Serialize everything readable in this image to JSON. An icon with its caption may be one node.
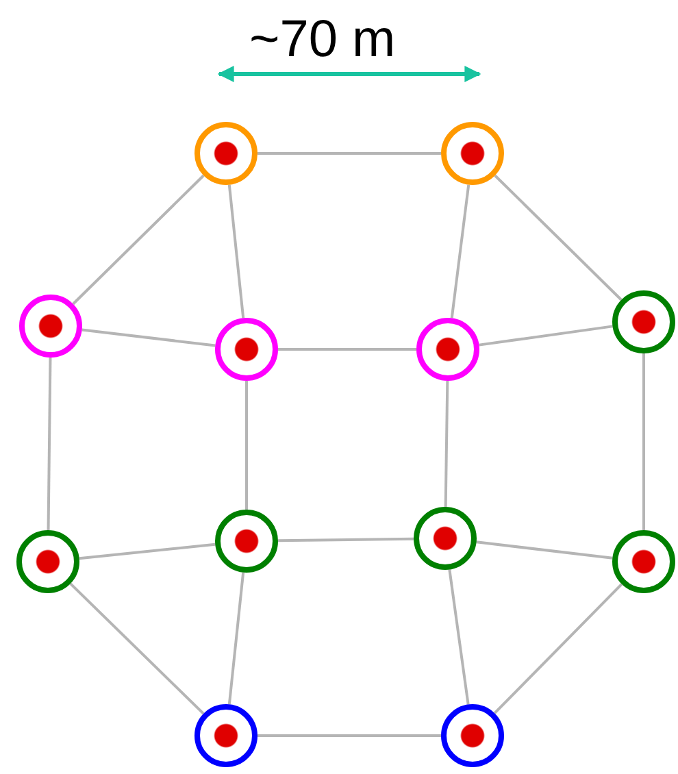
{
  "diagram": {
    "nodes": [
      {
        "text": [],
        "shape": "circle"
      },
      {
        "text": [],
        "shape": "circle"
      },
      {
        "text": [],
        "shape": "circle"
      },
      {
        "text": [],
        "shape": "circle"
      },
      {
        "text": [],
        "shape": "circle"
      },
      {
        "text": [],
        "shape": "circle"
      },
      {
        "text": [],
        "shape": "circle"
      },
      {
        "text": [],
        "shape": "circle"
      },
      {
        "text": [],
        "shape": "circle"
      },
      {
        "text": [],
        "shape": "circle"
      },
      {
        "text": [],
        "shape": "circle"
      },
      {
        "text": [],
        "shape": "circle"
      }
    ],
    "edges": [
      {
        "from": 0,
        "to": 1,
        "arrow": "none"
      },
      {
        "from": 0,
        "to": 2,
        "arrow": "none"
      },
      {
        "from": 0,
        "to": 3,
        "arrow": "none"
      },
      {
        "from": 1,
        "to": 4,
        "arrow": "none"
      },
      {
        "from": 1,
        "to": 5,
        "arrow": "none"
      },
      {
        "from": 2,
        "to": 3,
        "arrow": "none"
      },
      {
        "from": 3,
        "to": 4,
        "arrow": "none"
      },
      {
        "from": 4,
        "to": 5,
        "arrow": "none"
      },
      {
        "from": 2,
        "to": 6,
        "arrow": "none"
      },
      {
        "from": 3,
        "to": 7,
        "arrow": "none"
      },
      {
        "from": 4,
        "to": 8,
        "arrow": "none"
      },
      {
        "from": 5,
        "to": 9,
        "arrow": "none"
      },
      {
        "from": 6,
        "to": 7,
        "arrow": "none"
      },
      {
        "from": 7,
        "to": 8,
        "arrow": "none"
      },
      {
        "from": 8,
        "to": 9,
        "arrow": "none"
      },
      {
        "from": 6,
        "to": 10,
        "arrow": "none"
      },
      {
        "from": 7,
        "to": 10,
        "arrow": "none"
      },
      {
        "from": 8,
        "to": 11,
        "arrow": "none"
      },
      {
        "from": 9,
        "to": 11,
        "arrow": "none"
      },
      {
        "from": 10,
        "to": 11,
        "arrow": "none"
      }
    ],
    "labels": [
      "~70 m"
    ]
  }
}
